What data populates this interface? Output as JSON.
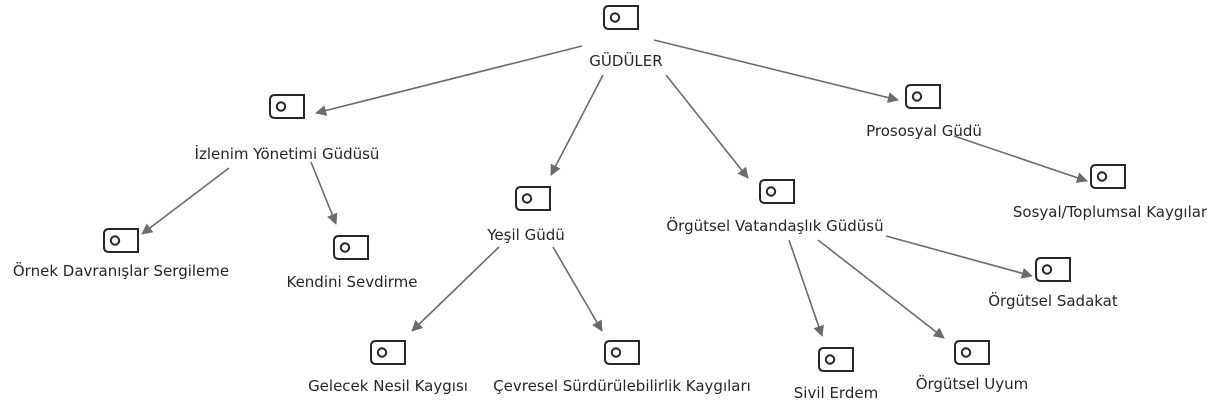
{
  "diagram": {
    "nodes": [
      {
        "id": "root",
        "label": "GÜDÜLER",
        "icon": "tag-icon"
      },
      {
        "id": "izlenim",
        "label": "İzlenim Yönetimi Güdüsü",
        "icon": "tag-icon"
      },
      {
        "id": "yesil",
        "label": "Yeşil Güdü",
        "icon": "tag-icon"
      },
      {
        "id": "orgutsel_vat",
        "label": "Örgütsel Vatandaşlık Güdüsü",
        "icon": "tag-icon"
      },
      {
        "id": "prososyal",
        "label": "Prososyal Güdü",
        "icon": "tag-icon"
      },
      {
        "id": "ornek",
        "label": "Örnek Davranışlar Sergileme",
        "icon": "tag-icon"
      },
      {
        "id": "kendini",
        "label": "Kendini Sevdirme",
        "icon": "tag-icon"
      },
      {
        "id": "gelecek",
        "label": "Gelecek Nesil Kaygısı",
        "icon": "tag-icon"
      },
      {
        "id": "cevresel",
        "label": "Çevresel Sürdürülebilirlik Kaygıları",
        "icon": "tag-icon"
      },
      {
        "id": "sivil",
        "label": "Sivil Erdem",
        "icon": "tag-icon"
      },
      {
        "id": "uyum",
        "label": "Örgütsel Uyum",
        "icon": "tag-icon"
      },
      {
        "id": "sadakat",
        "label": "Örgütsel Sadakat",
        "icon": "tag-icon"
      },
      {
        "id": "sosyal",
        "label": "Sosyal/Toplumsal Kaygılar",
        "icon": "tag-icon"
      }
    ],
    "edges": [
      {
        "from": "root",
        "to": "izlenim"
      },
      {
        "from": "root",
        "to": "yesil"
      },
      {
        "from": "root",
        "to": "orgutsel_vat"
      },
      {
        "from": "root",
        "to": "prososyal"
      },
      {
        "from": "izlenim",
        "to": "ornek"
      },
      {
        "from": "izlenim",
        "to": "kendini"
      },
      {
        "from": "yesil",
        "to": "gelecek"
      },
      {
        "from": "yesil",
        "to": "cevresel"
      },
      {
        "from": "orgutsel_vat",
        "to": "sivil"
      },
      {
        "from": "orgutsel_vat",
        "to": "uyum"
      },
      {
        "from": "orgutsel_vat",
        "to": "sadakat"
      },
      {
        "from": "prososyal",
        "to": "sosyal"
      }
    ],
    "colors": {
      "edge": "#6b6b6b",
      "icon": "#262626",
      "text": "#262626"
    }
  }
}
